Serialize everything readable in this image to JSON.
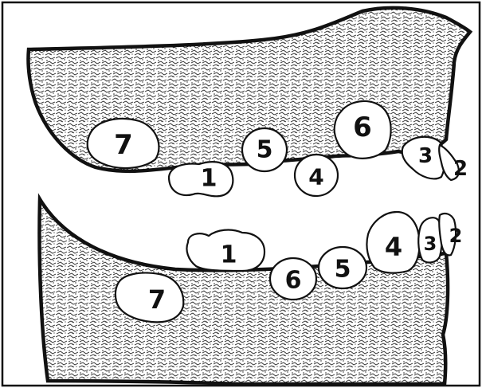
{
  "upper_jaw": {
    "teeth": [
      {
        "label": "7"
      },
      {
        "label": "1"
      },
      {
        "label": "5"
      },
      {
        "label": "4"
      },
      {
        "label": "6"
      },
      {
        "label": "3"
      },
      {
        "label": "2"
      }
    ]
  },
  "lower_jaw": {
    "teeth": [
      {
        "label": "1"
      },
      {
        "label": "7"
      },
      {
        "label": "6"
      },
      {
        "label": "5"
      },
      {
        "label": "4"
      },
      {
        "label": "3"
      },
      {
        "label": "2"
      }
    ]
  }
}
